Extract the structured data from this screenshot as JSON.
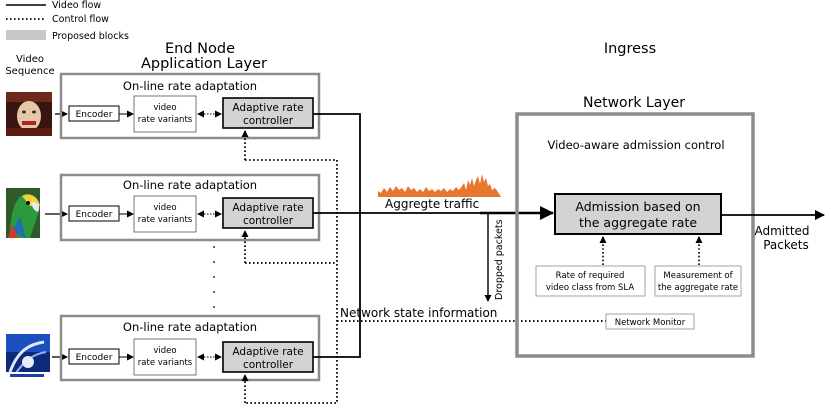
{
  "legend": {
    "video_flow": "Video flow",
    "control_flow": "Control flow",
    "proposed_blocks": "Proposed blocks"
  },
  "headers": {
    "end_node": "End Node",
    "application_layer": "Application Layer",
    "ingress": "Ingress",
    "network_layer": "Network Layer",
    "video_sequence_line1": "Video",
    "video_sequence_line2": "Sequence"
  },
  "end_nodes": [
    {
      "title": "On-line rate adaptation",
      "encoder": "Encoder",
      "variants_line1": "video",
      "variants_line2": "rate variants",
      "controller_line1": "Adaptive rate",
      "controller_line2": "controller"
    },
    {
      "title": "On-line rate adaptation",
      "encoder": "Encoder",
      "variants_line1": "video",
      "variants_line2": "rate variants",
      "controller_line1": "Adaptive rate",
      "controller_line2": "controller"
    },
    {
      "title": "On-line rate adaptation",
      "encoder": "Encoder",
      "variants_line1": "video",
      "variants_line2": "rate variants",
      "controller_line1": "Adaptive rate",
      "controller_line2": "controller"
    }
  ],
  "network": {
    "aggregate_traffic": "Aggregte traffic",
    "dropped_packets": "Dropped packets",
    "network_state": "Network state information",
    "network_monitor": "Network Monitor",
    "admission_control_title": "Video-aware admission control",
    "admission_line1": "Admission based on",
    "admission_line2": "the aggregate rate",
    "sla_line1": "Rate of required",
    "sla_line2": "video class from SLA",
    "measure_line1": "Measurement of",
    "measure_line2": "the aggregate rate",
    "admitted_line1": "Admitted",
    "admitted_line2": "Packets"
  },
  "colors": {
    "proposed_fill": "#d3d3d3",
    "frame_gray": "#8c8c8c",
    "traffic_orange": "#e8762c"
  }
}
